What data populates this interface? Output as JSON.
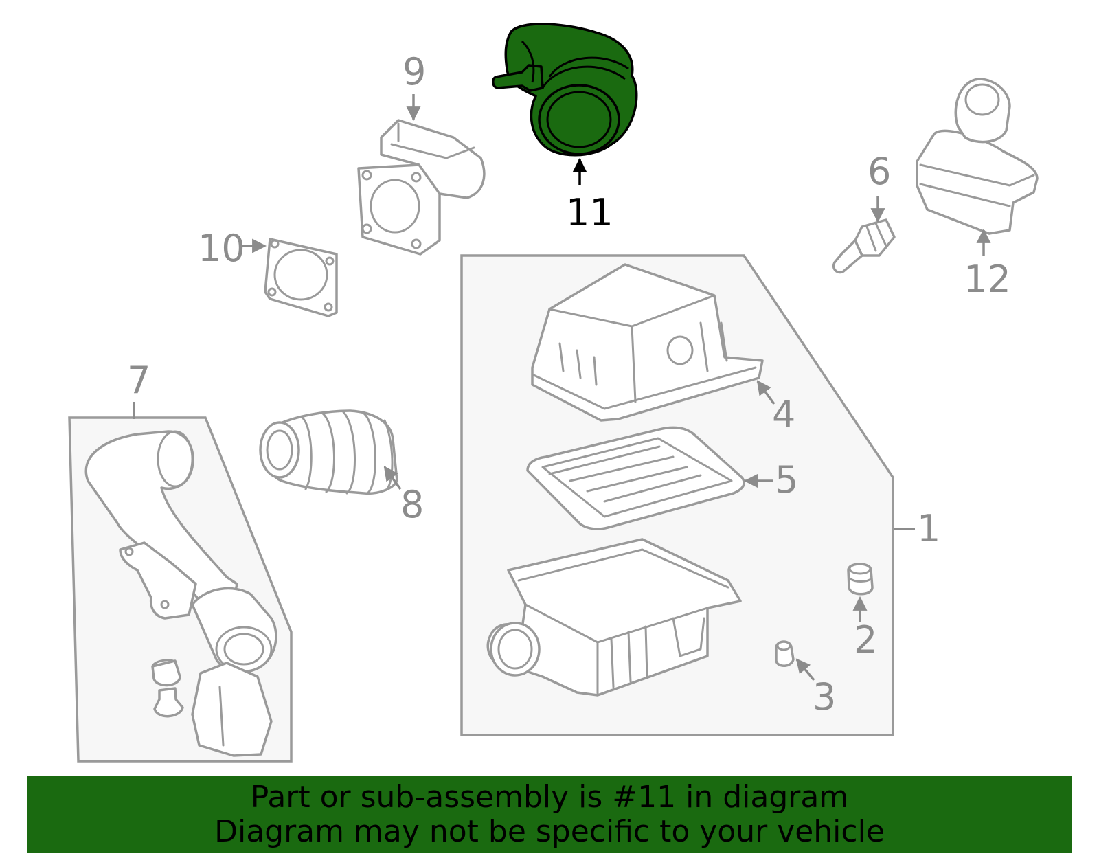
{
  "colors": {
    "highlight": "#1a6a10",
    "outline": "#9a9a9a",
    "label": "#8c8c8c",
    "banner_bg": "#1a6a10",
    "banner_text": "#000000"
  },
  "callouts": [
    {
      "id": "1",
      "label": "1"
    },
    {
      "id": "2",
      "label": "2"
    },
    {
      "id": "3",
      "label": "3"
    },
    {
      "id": "4",
      "label": "4"
    },
    {
      "id": "5",
      "label": "5"
    },
    {
      "id": "6",
      "label": "6"
    },
    {
      "id": "7",
      "label": "7"
    },
    {
      "id": "8",
      "label": "8"
    },
    {
      "id": "9",
      "label": "9"
    },
    {
      "id": "10",
      "label": "10"
    },
    {
      "id": "11",
      "label": "11",
      "highlighted": true
    },
    {
      "id": "12",
      "label": "12"
    }
  ],
  "banner": {
    "line1": "Part or sub-assembly is #11 in diagram",
    "line2": "Diagram may not be specific to your vehicle"
  }
}
